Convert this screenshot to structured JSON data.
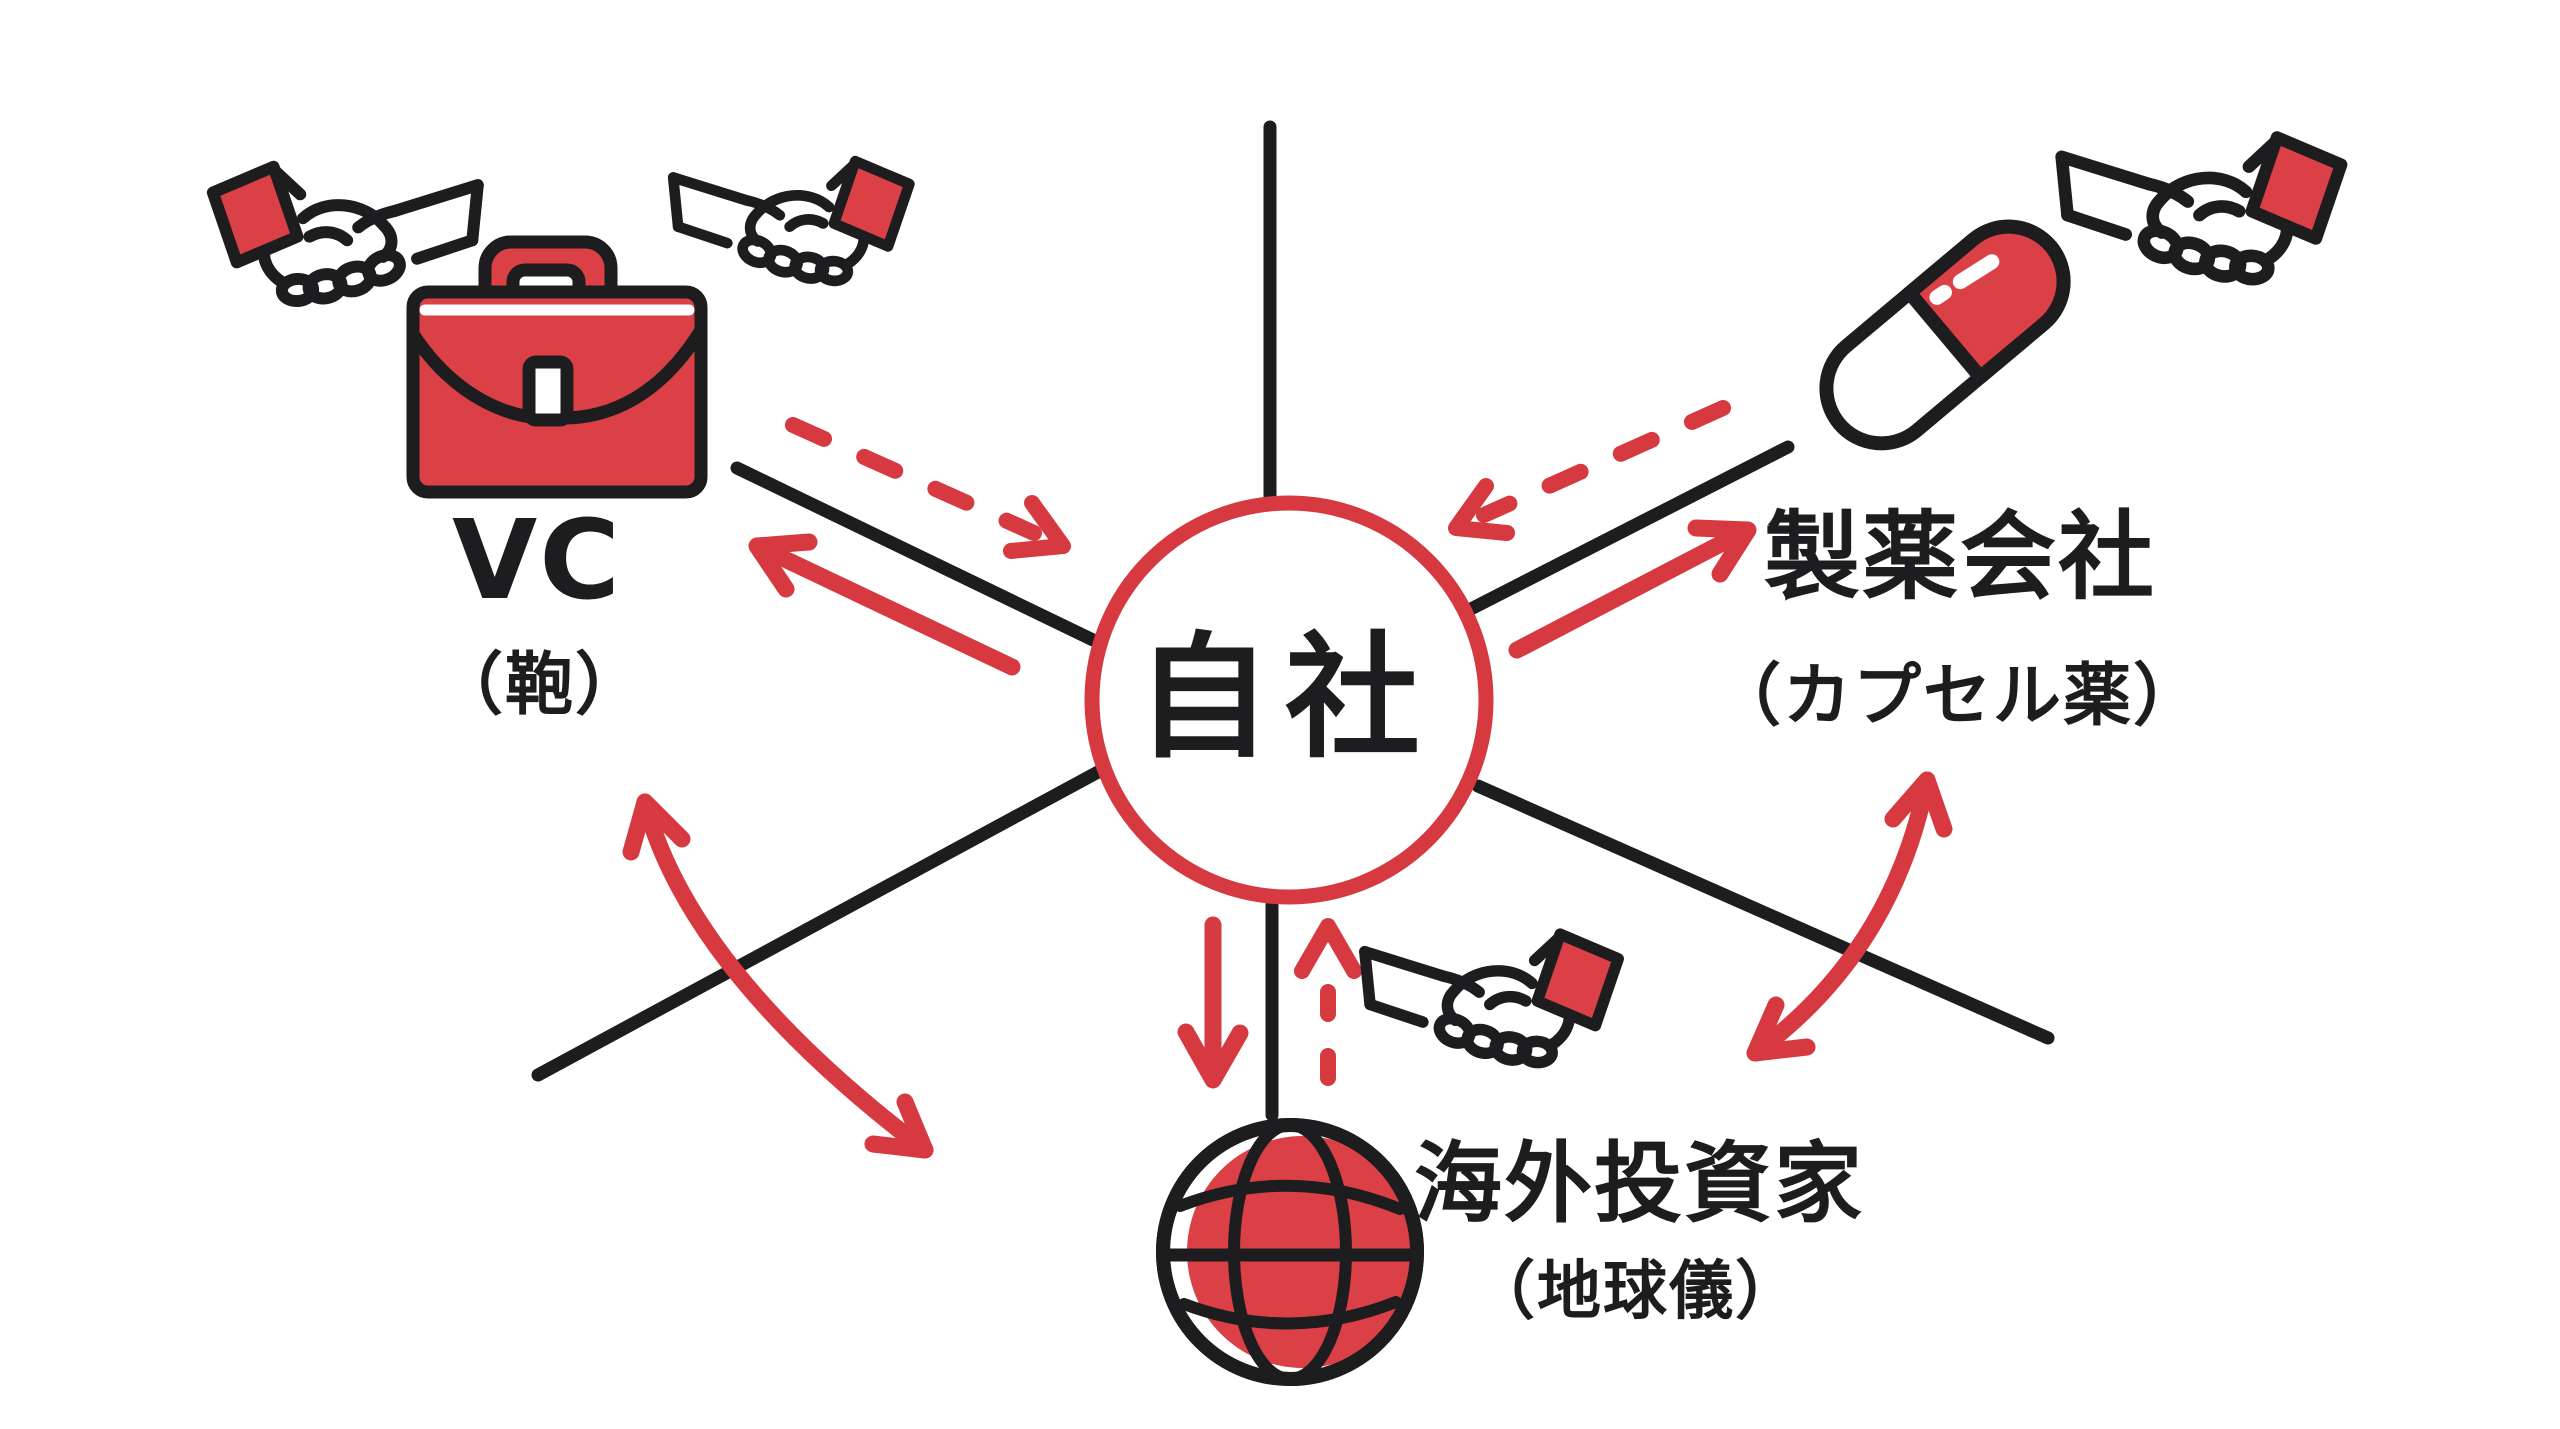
{
  "palette": {
    "background": "#ffffff",
    "red": "#d63a40",
    "red_fill": "#da4046",
    "ink": "#1d1d1f"
  },
  "center_node": {
    "label": "自社",
    "shape": "red-circle-outline"
  },
  "nodes": [
    {
      "id": "vc",
      "label": "VC",
      "sublabel": "（鞄）",
      "icon": "briefcase-icon",
      "position": "top-left"
    },
    {
      "id": "pharma",
      "label": "製薬会社",
      "sublabel": "（カプセル薬）",
      "icon": "capsule-icon",
      "position": "top-right"
    },
    {
      "id": "overseas",
      "label": "海外投資家",
      "sublabel": "（地球儀）",
      "icon": "globe-icon",
      "position": "bottom-center"
    }
  ],
  "decorations": [
    {
      "icon": "handshake-icon",
      "position": "top-left-outer",
      "cuff": "left-red"
    },
    {
      "icon": "handshake-icon",
      "position": "top-left-inner",
      "cuff": "right-red"
    },
    {
      "icon": "handshake-icon",
      "position": "top-right",
      "cuff": "right-red"
    },
    {
      "icon": "handshake-icon",
      "position": "bottom-center",
      "cuff": "right-red"
    }
  ],
  "edges": [
    {
      "from": "center",
      "to": "vc",
      "style": "solid-red-arrow"
    },
    {
      "from": "vc",
      "to": "center",
      "style": "dashed-red-arrow"
    },
    {
      "from": "center",
      "to": "pharma",
      "style": "solid-red-arrow"
    },
    {
      "from": "pharma",
      "to": "center",
      "style": "dashed-red-arrow"
    },
    {
      "from": "center",
      "to": "overseas",
      "style": "solid-red-arrow"
    },
    {
      "from": "overseas",
      "to": "center",
      "style": "dashed-red-arrow"
    },
    {
      "from": "vc",
      "to": "overseas",
      "style": "curved-double-headed-red-arrow"
    },
    {
      "from": "pharma",
      "to": "overseas",
      "style": "curved-double-headed-red-arrow"
    },
    {
      "note": "six plain black spokes radiate from the center circle"
    }
  ]
}
